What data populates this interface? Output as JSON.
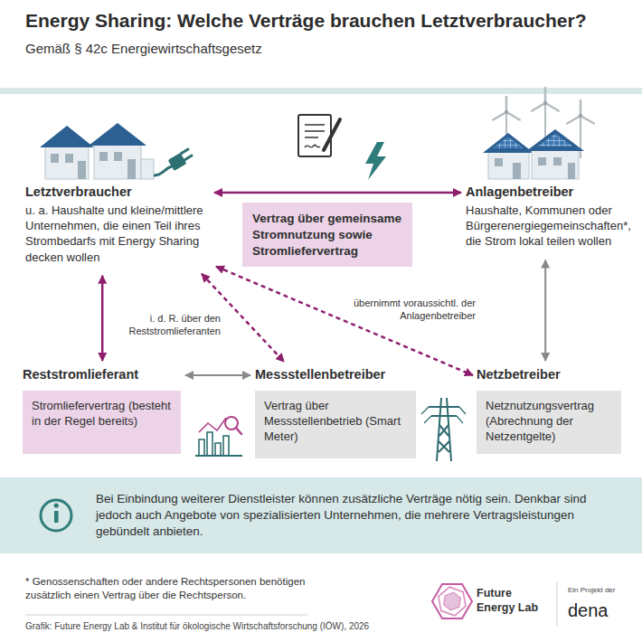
{
  "diagram": {
    "title": "Energy Sharing: Welche Verträge brauchen Letztverbraucher?",
    "nodes": [
      {
        "text": [
          "Letztverbraucher",
          "u. a. Haushalte und kleine/mittlere Unternehmen, die einen Teil ihres Strombedarfs mit Energy Sharing decken wollen"
        ]
      },
      {
        "text": [
          "Vertrag über gemeinsame Stromnutzung sowie Stromliefervertrag"
        ]
      },
      {
        "text": [
          "Anlagenbetreiber",
          "Haushalte, Kommunen oder Bürgerenergiegemeinschaften*, die Strom lokal teilen wollen"
        ]
      },
      {
        "text": [
          "Reststromlieferant",
          "Stromliefervertrag (besteht in der Regel bereits)"
        ]
      },
      {
        "text": [
          "Messstellenbetreiber",
          "Vertrag über Messstellenbetrieb (Smart Meter)"
        ]
      },
      {
        "text": [
          "Netzbetreiber",
          "Netznutzungsvertrag (Abrechnung der Netzentgelte)"
        ]
      },
      {
        "text": [
          "Bei Einbindung weiterer Dienstleister können zusätzliche Verträge nötig sein. Denkbar sind jedoch auch Angebote von spezialisierten Unternehmen, die mehrere Vertragsleistungen gebündelt anbieten."
        ]
      }
    ],
    "edges": [
      {
        "from": 0,
        "to": 2,
        "arrow": "both"
      },
      {
        "from": 0,
        "to": 3,
        "arrow": "both"
      },
      {
        "from": 0,
        "to": 4,
        "label": "i. d. R. über den Reststromlieferanten",
        "arrow": "both"
      },
      {
        "from": 0,
        "to": 5,
        "label": "übernimmt voraussichtl. der Anlagenbetreiber",
        "arrow": "both"
      },
      {
        "from": 3,
        "to": 4,
        "arrow": "both"
      },
      {
        "from": 2,
        "to": 5,
        "arrow": "both"
      }
    ],
    "labels": [
      "Gemäß § 42c Energiewirtschaftsgesetz",
      "* Genossenschaften oder andere Rechtspersonen benötigen zusätzlich einen Vertrag über die Rechtsperson.",
      "Grafik: Future Energy Lab & Institut für ökologische Wirtschaftsforschung (IÖW), 2026",
      "Future Energy Lab",
      "Ein Projekt der",
      "dena"
    ]
  }
}
